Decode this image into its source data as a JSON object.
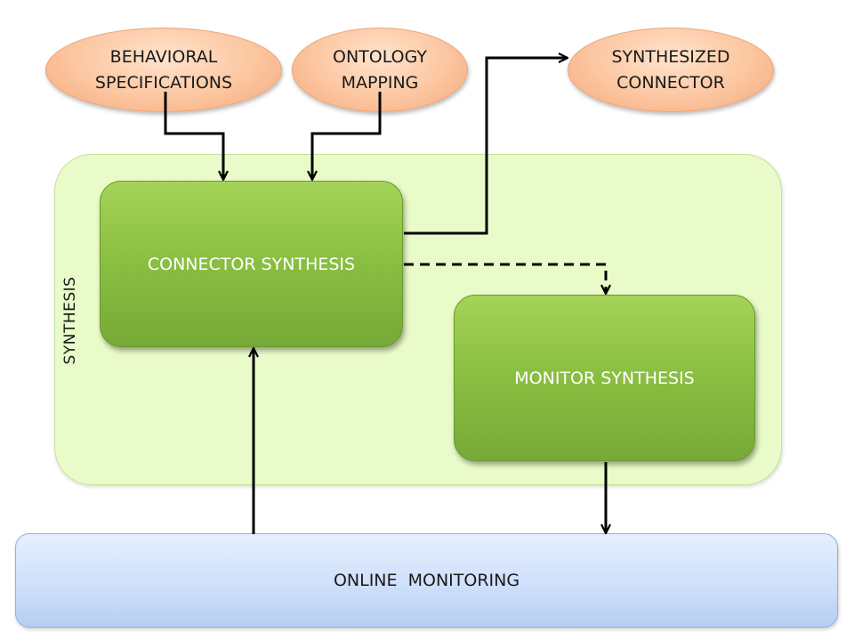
{
  "inputs": {
    "behavioral_specifications": [
      "BEHAVIORAL",
      "SPECIFICATIONS"
    ],
    "ontology_mapping": [
      "ONTOLOGY",
      "MAPPING"
    ]
  },
  "output": {
    "synthesized_connector": [
      "SYNTHESIZED",
      "CONNECTOR"
    ]
  },
  "synthesis": {
    "label": "SYNTHESIS",
    "connector_synthesis": "CONNECTOR SYNTHESIS",
    "monitor_synthesis": "MONITOR SYNTHESIS"
  },
  "online_monitoring": "ONLINE  MONITORING",
  "colors": {
    "ellipse_fill": "#fcc6a0",
    "synthesis_region": "#e9fbc8",
    "green_box": "#8cc042",
    "monitoring_bar": "#cfe0fb",
    "arrow": "#000000"
  }
}
